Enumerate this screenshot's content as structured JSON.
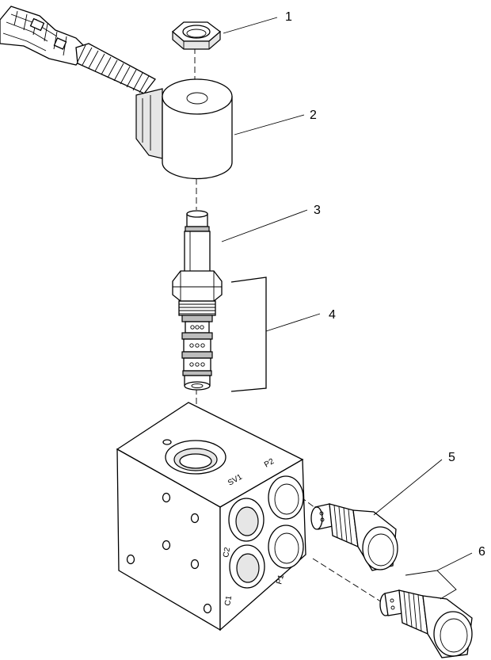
{
  "callouts": [
    "1",
    "2",
    "3",
    "4",
    "5",
    "6"
  ],
  "ports": {
    "sv1": "SV1",
    "p2": "P2",
    "c2": "C2",
    "c1": "C1",
    "p1": "P1"
  }
}
